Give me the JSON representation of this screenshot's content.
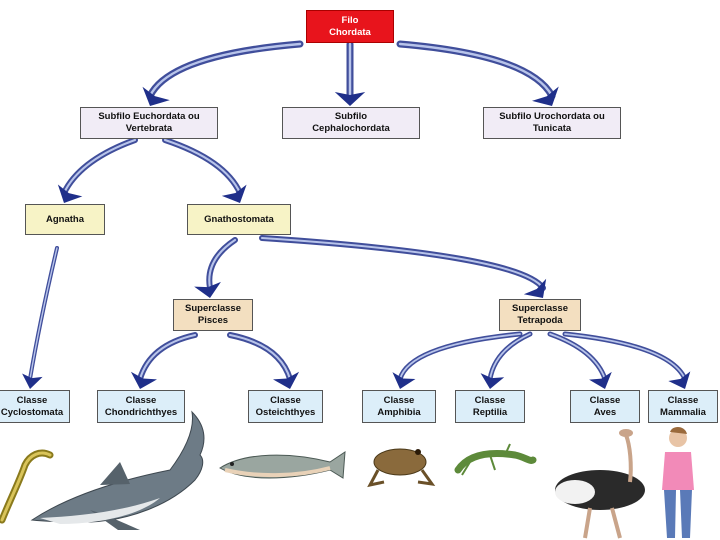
{
  "colors": {
    "arrow_dark": "#1f2f8a",
    "arrow_light": "#b8c4ea",
    "root": "#e8141c",
    "subphylum": "#f1ecf6",
    "group": "#f7f3c6",
    "superclass": "#f3dfc0",
    "class": "#dceef9"
  },
  "nodes": {
    "root": "Filo\nChordata",
    "sub_euchordata": "Subfilo Euchordata ou\nVertebrata",
    "sub_cephalo": "Subfilo\nCephalochordata",
    "sub_urochordata": "Subfilo Urochordata ou\nTunicata",
    "agnatha": "Agnatha",
    "gnathostomata": "Gnathostomata",
    "super_pisces": "Superclasse\nPisces",
    "super_tetrapoda": "Superclasse\nTetrapoda",
    "cyclostomata": "Classe\nCyclostomata",
    "chondrichthyes": "Classe\nChondrichthyes",
    "osteichthyes": "Classe\nOsteichthyes",
    "amphibia": "Classe\nAmphibia",
    "reptilia": "Classe\nReptilia",
    "aves": "Classe\nAves",
    "mammalia": "Classe\nMammalia"
  },
  "illustrations": [
    "lamprey",
    "shark",
    "fish",
    "frog",
    "lizard",
    "ostrich",
    "human"
  ]
}
